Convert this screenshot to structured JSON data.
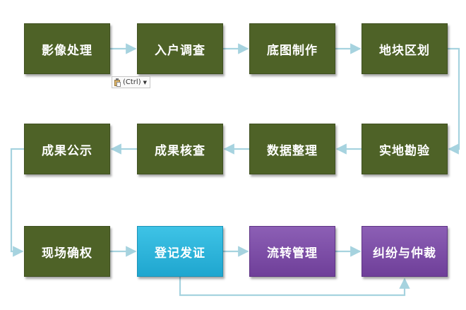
{
  "nodes": {
    "n1": "影像处理",
    "n2": "入户调查",
    "n3": "底图制作",
    "n4": "地块区划",
    "n5": "实地勘验",
    "n6": "数据整理",
    "n7": "成果核查",
    "n8": "成果公示",
    "n9": "现场确权",
    "n10": "登记发证",
    "n11": "流转管理",
    "n12": "纠纷与仲裁"
  },
  "paste_options": {
    "label": "(Ctrl)",
    "icon": "clipboard-paste-icon"
  },
  "colors": {
    "primary_step": "#4e6227",
    "issue_step": "#1fa6cf",
    "management_step": "#6f3f99",
    "connector": "#a6d3df"
  }
}
